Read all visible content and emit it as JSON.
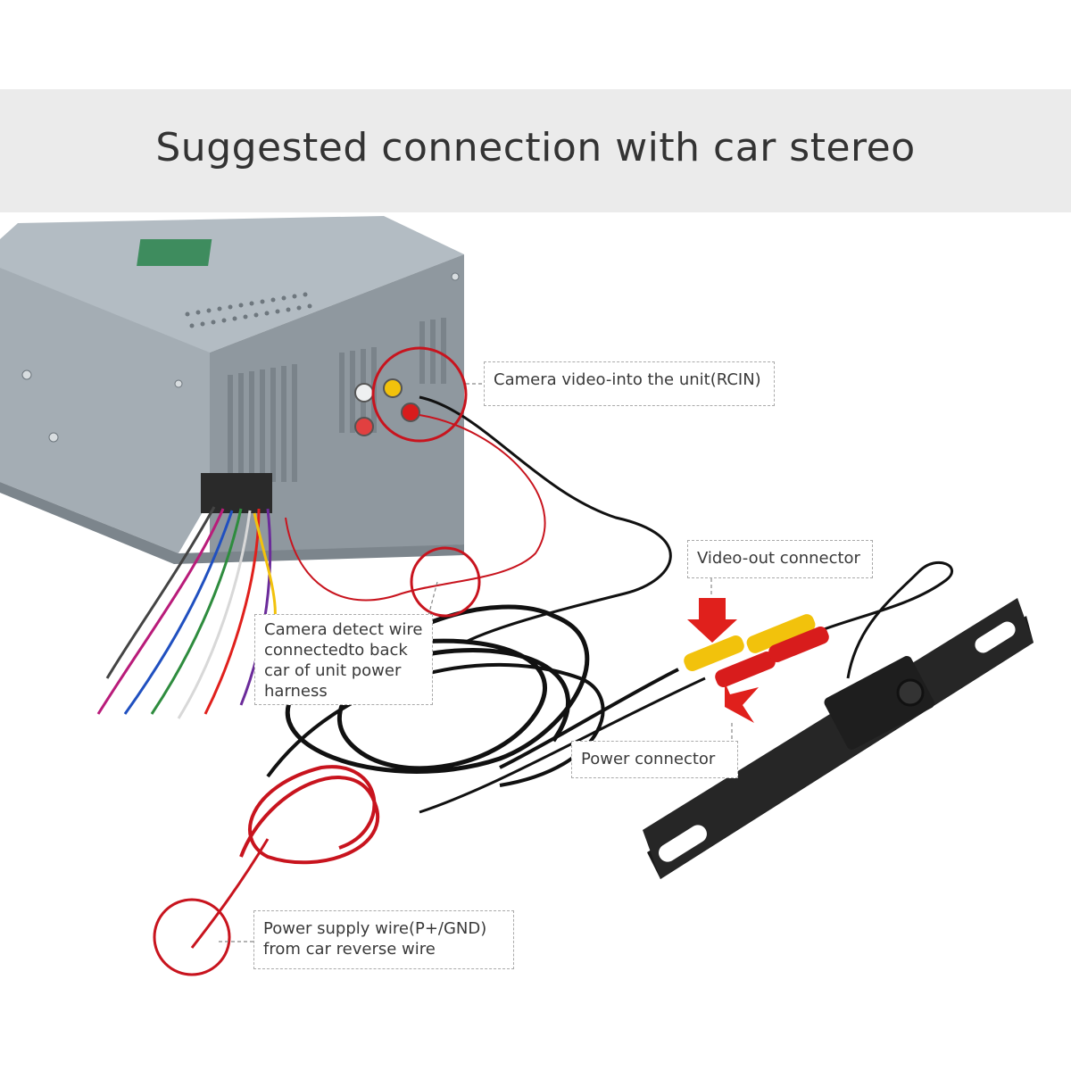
{
  "title": "Suggested connection with car stereo",
  "callouts": {
    "camera_video_in": "Camera video-into the unit(RCIN)",
    "video_out": "Video-out connector",
    "detect_wire": [
      "Camera detect wire",
      "connectedto back",
      "car of unit power",
      "harness"
    ],
    "power_connector": "Power connector",
    "power_supply": [
      "Power supply wire(P+/GND)",
      "from car reverse wire"
    ]
  },
  "colors": {
    "banner": "#ebebeb",
    "highlight_circle": "#c8141e",
    "arrow": "#e0201c",
    "rca_yellow": "#f2c20c",
    "rca_red": "#d81c1c",
    "cable": "#111111",
    "unit_body": "#9ea8b0"
  },
  "icons": [
    "car-stereo-head-unit",
    "license-plate-camera",
    "rca-connector",
    "down-arrow",
    "up-arrow"
  ]
}
